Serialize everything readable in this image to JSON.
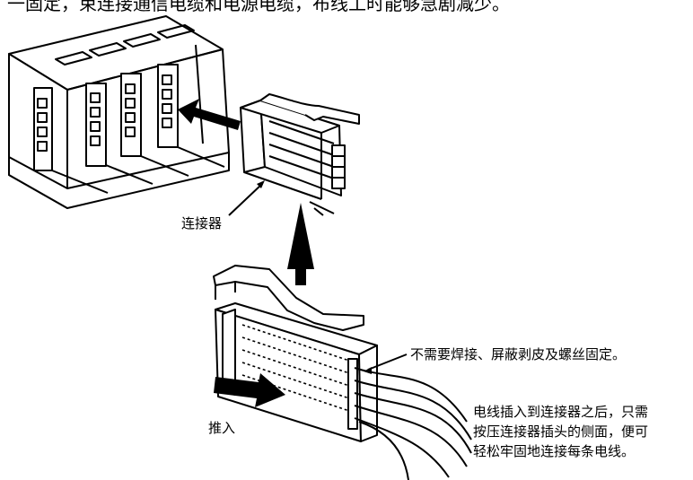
{
  "top_caption": "一固定，束连接通信电缆和电源电缆，布线工时能够急剧减少。",
  "labels": {
    "connector": "连接器",
    "no_solder": "不需要焊接、屏蔽剥皮及螺丝固定。",
    "desc_line1": "电线插入到连接器之后，只需",
    "desc_line2": "按压连接器插头的侧面，便可",
    "desc_line3": "轻松牢固地连接每条电线。",
    "push_in": "推入"
  },
  "colors": {
    "line": "#000000",
    "background": "#ffffff"
  }
}
